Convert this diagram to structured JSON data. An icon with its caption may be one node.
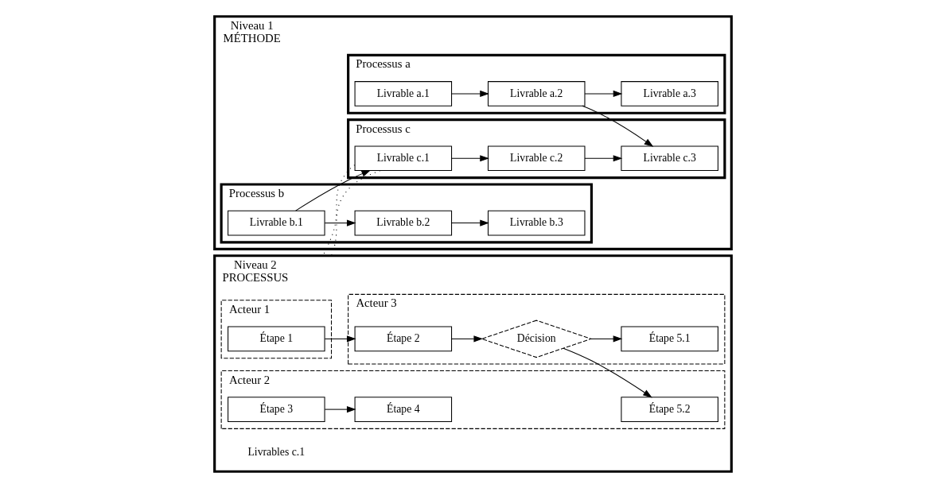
{
  "diagram": {
    "nodes": [
      {
        "text": [
          "Niveau 1",
          "MÉTHODE"
        ]
      },
      {
        "text": [
          "Processus a"
        ],
        "in": 0
      },
      {
        "text": [
          "Livrable a.1"
        ],
        "in": 1
      },
      {
        "text": [
          "Livrable a.2"
        ],
        "in": 1
      },
      {
        "text": [
          "Livrable a.3"
        ],
        "in": 1
      },
      {
        "text": [
          "Processus b"
        ],
        "in": 0
      },
      {
        "text": [
          "Livrable b.1"
        ],
        "in": 5
      },
      {
        "text": [
          "Livrable b.2"
        ],
        "in": 5
      },
      {
        "text": [
          "Livrable b.3"
        ],
        "in": 5
      },
      {
        "text": [
          "Processus c"
        ],
        "in": 0
      },
      {
        "text": [
          "Livrable c.1"
        ],
        "in": 9
      },
      {
        "text": [
          "Livrable c.2"
        ],
        "in": 9
      },
      {
        "text": [
          "Livrable c.3"
        ],
        "in": 9
      },
      {
        "text": [
          "Niveau 2",
          "PROCESSUS"
        ],
        "beside": [
          "Livrables c.1"
        ]
      },
      {
        "text": [
          "Acteur 1"
        ],
        "in": 13
      },
      {
        "text": [
          "Étape 1"
        ],
        "in": 14
      },
      {
        "text": [
          "Acteur 3"
        ],
        "in": 13
      },
      {
        "text": [
          "Étape 2"
        ],
        "in": 16
      },
      {
        "text": [
          "Décision"
        ],
        "in": 16
      },
      {
        "text": [
          "Étape 5.1"
        ],
        "in": 16
      },
      {
        "text": [
          "Acteur 2"
        ],
        "in": 13
      },
      {
        "text": [
          "Étape 3"
        ],
        "in": 20
      },
      {
        "text": [
          "Étape 4"
        ],
        "in": 20
      },
      {
        "text": [
          "Étape 5.2"
        ],
        "in": 20
      }
    ],
    "edges": [
      {
        "from": 2,
        "to": 3,
        "arrow": "to"
      },
      {
        "from": 3,
        "to": 4,
        "arrow": "to"
      },
      {
        "from": 3,
        "to": 12,
        "arrow": "to"
      },
      {
        "from": 6,
        "to": 7,
        "arrow": "to"
      },
      {
        "from": 6,
        "to": 10,
        "arrow": "to"
      },
      {
        "from": 7,
        "to": 8,
        "arrow": "to"
      },
      {
        "from": 10,
        "to": 11,
        "arrow": "to"
      },
      {
        "from": 11,
        "to": 12,
        "arrow": "to"
      },
      {
        "from": 10,
        "to": 13,
        "arrow": "none",
        "style": "dashed"
      },
      {
        "from": 10,
        "to": 13,
        "arrow": "none",
        "style": "dashed"
      },
      {
        "from": 15,
        "to": 17,
        "arrow": "to"
      },
      {
        "from": 17,
        "to": 18,
        "arrow": "to"
      },
      {
        "from": 18,
        "to": 19,
        "arrow": "to"
      },
      {
        "from": 18,
        "to": 23,
        "arrow": "to"
      },
      {
        "from": 21,
        "to": 22,
        "arrow": "to"
      }
    ]
  }
}
